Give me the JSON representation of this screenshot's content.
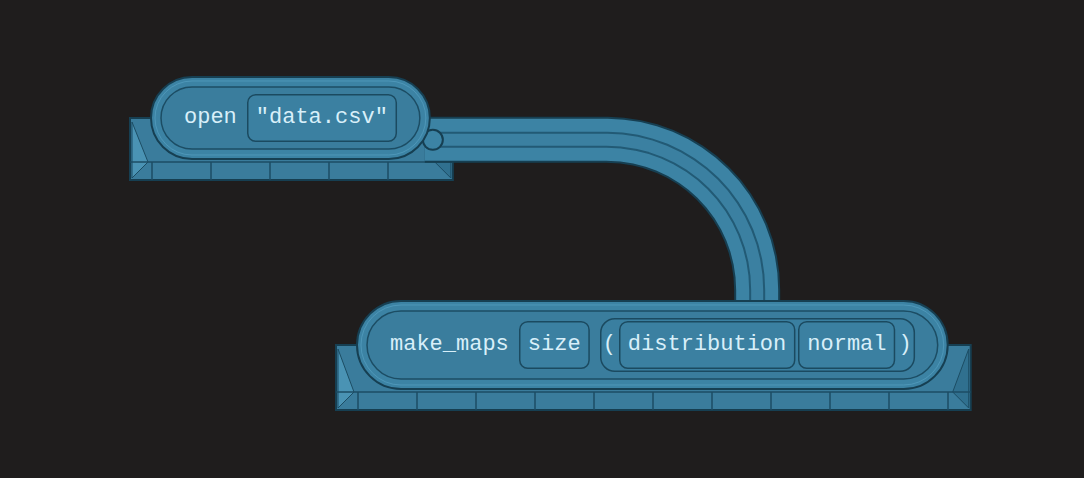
{
  "diagram": {
    "nodes": [
      {
        "text": [
          "open"
        ]
      },
      {
        "text": [
          "\"data.csv\""
        ],
        "in": 0
      },
      {
        "text": [
          "make_maps"
        ]
      },
      {
        "text": [
          "size"
        ],
        "in": 2
      },
      {
        "text": [
          "(",
          ")"
        ],
        "in": 2
      },
      {
        "text": [
          "distribution"
        ],
        "in": 4
      },
      {
        "text": [
          "normal"
        ],
        "in": 4
      }
    ],
    "edges": [
      {
        "from": 0,
        "to": 4,
        "arrow": "none"
      }
    ]
  }
}
